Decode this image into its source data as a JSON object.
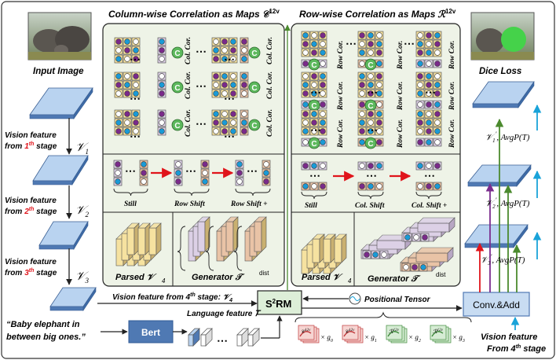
{
  "panels": {
    "column": {
      "title": "Column-wise Correlation as Maps",
      "title_symbol": "𝒞",
      "title_sup": "12v",
      "cor_label": "Col. Cor.",
      "still_label": "Still",
      "shift1_label": "Row Shift",
      "shift2_label": "Row Shift +",
      "parsed_label": "Parsed 𝒱",
      "parsed_sub": "4",
      "generator_label": "Generator 𝒯",
      "generator_sup": "dist"
    },
    "row": {
      "title": "Row-wise Correlation as Maps",
      "title_symbol": "ℛ",
      "title_sup": "12v",
      "cor_label": "Row Cor.",
      "still_label": "Still",
      "shift1_label": "Col. Shift",
      "shift2_label": "Col. Shift +",
      "parsed_label": "Parsed 𝒱",
      "parsed_sub": "4",
      "generator_label": "Generator 𝒯",
      "generator_sup": "dist"
    },
    "c_letter": "C",
    "dots": "⋯"
  },
  "left": {
    "input_image": "Input Image",
    "stage1_line1": "Vision feature",
    "stage1_line2": "from",
    "stage1_ord": "1",
    "stage1_sup": "th",
    "stage1_tail": " stage",
    "v1": "𝒱",
    "v1_sub": "1",
    "stage2_line1": "Vision feature",
    "stage2_line2": "from",
    "stage2_ord": "2",
    "stage2_sup": "th",
    "stage2_tail": " stage",
    "v2": "𝒱",
    "v2_sub": "2",
    "stage3_line1": "Vision feature",
    "stage3_line2": "from",
    "stage3_ord": "3",
    "stage3_sup": "th",
    "stage3_tail": " stage",
    "v3": "𝒱",
    "v3_sub": "3"
  },
  "bottom": {
    "stage4_text": "Vision feature from 4",
    "stage4_sup": "th",
    "stage4_tail": " stage: 𝒱",
    "stage4_sub": "4",
    "s2rm": "S",
    "s2rm_sup": "2",
    "s2rm_tail": "RM",
    "positional": "Positional Tensor",
    "language": "Language feature 𝑇",
    "quote_line1": "“Baby elephant in",
    "quote_line2": "between big ones.”",
    "bert": "Bert",
    "conv_add": "Conv.&Add",
    "vf_line1": "Vision feature",
    "vf_line2": "From 4",
    "vf_sup": "th",
    "vf_tail": " stage",
    "maps": [
      {
        "sym": "𝒞",
        "sup": "12v",
        "g": "× g",
        "sub": "0"
      },
      {
        "sym": "𝒞",
        "sup": "12v",
        "g": "× g",
        "sub": "1"
      },
      {
        "sym": "ℛ",
        "sup": "12v",
        "g": "× g",
        "sub": "2"
      },
      {
        "sym": "ℛ",
        "sup": "12v",
        "g": "× g",
        "sub": "3"
      }
    ]
  },
  "right": {
    "dice_loss": "Dice Loss",
    "out1": "𝒱",
    "out1_sub": "1",
    "out1_sup": "′",
    "out1_tail": ", AvgP(T)",
    "out2": "𝒱",
    "out2_sub": "2",
    "out2_sup": "′",
    "out2_tail": ", AvgP(T)",
    "out3": "𝒱",
    "out3_sub": "3",
    "out3_sup": "′",
    "out3_tail": ", AvgP(T)"
  },
  "colors": {
    "panel_fill": "#eef3e7",
    "panel_stroke": "#222222",
    "feature_face": "#b9d3f0",
    "feature_side": "#4f79b3",
    "dot_purple": "#7a2a8a",
    "dot_blue": "#1a9ad6",
    "dot_white": "#ffffff",
    "tile_yellow": "#f6e2a0",
    "tile_peach": "#e9c3a6",
    "tile_lilac": "#dcd0e6",
    "c_green": "#5cb85c",
    "red": "#e0141b",
    "green_arrow": "#4b8a2e",
    "purple_arrow": "#7b2d8e",
    "cyan_arrow": "#19a3d9"
  }
}
